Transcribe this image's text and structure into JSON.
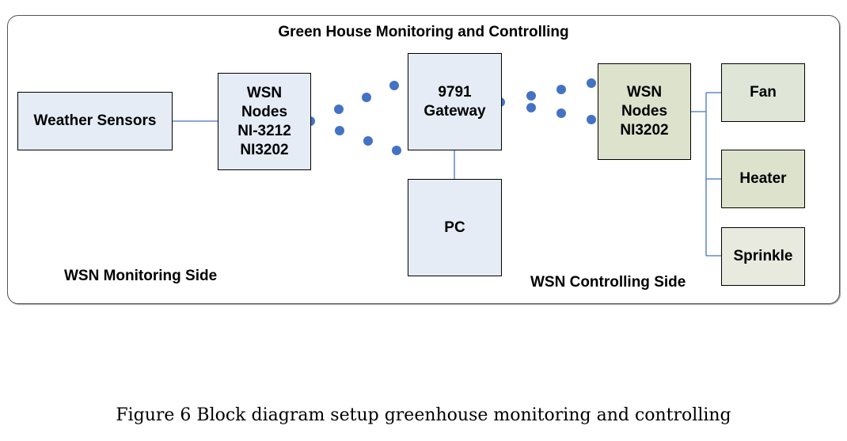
{
  "diagram": {
    "title": "Green House Monitoring and Controlling",
    "nodes": {
      "weather_sensors": "Weather Sensors",
      "wsn_nodes_monitor": "WSN\nNodes\nNI-3212\nNI3202",
      "gateway": "9791\nGateway",
      "pc": "PC",
      "wsn_nodes_control": "WSN\nNodes\nNI3202",
      "fan": "Fan",
      "heater": "Heater",
      "sprinkle": "Sprinkle"
    },
    "region_labels": {
      "monitoring": "WSN Monitoring Side",
      "controlling": "WSN Controlling Side"
    },
    "edges": [
      {
        "from": "weather_sensors",
        "to": "wsn_nodes_monitor",
        "type": "wired"
      },
      {
        "from": "wsn_nodes_monitor",
        "to": "gateway",
        "type": "wireless"
      },
      {
        "from": "gateway",
        "to": "pc",
        "type": "wired"
      },
      {
        "from": "gateway",
        "to": "wsn_nodes_control",
        "type": "wireless"
      },
      {
        "from": "wsn_nodes_control",
        "to": "fan",
        "type": "wired"
      },
      {
        "from": "wsn_nodes_control",
        "to": "heater",
        "type": "wired"
      },
      {
        "from": "wsn_nodes_control",
        "to": "sprinkle",
        "type": "wired"
      }
    ],
    "colors": {
      "link": "#4472c4",
      "wireless_dot": "#4472c4",
      "monitor_fill": "#e6ecf6",
      "control_fill": "#dde2cc"
    }
  },
  "caption": "Figure 6 Block diagram setup greenhouse monitoring and controlling"
}
